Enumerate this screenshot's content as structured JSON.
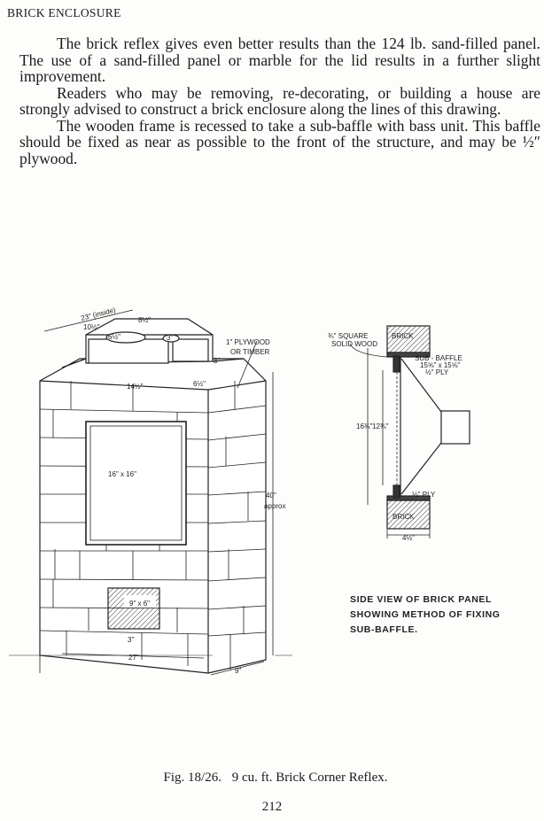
{
  "header": {
    "running_head": "BRICK ENCLOSURE"
  },
  "body": {
    "paragraphs": [
      "The brick reflex gives even better results than the 124 lb. sand-filled panel. The use of a sand-filled panel or marble for the lid results in a further slight improvement.",
      "Readers who may be removing, re-decorating, or building a house are strongly advised to construct a brick enclosure along the lines of this drawing.",
      "The wooden frame is recessed to take a sub-baffle with bass unit. This baffle should be fixed as near as possible to the front of the structure, and may be ½″ plywood."
    ]
  },
  "figure": {
    "enclosure_labels": {
      "inside_width": "23\" (inside)",
      "side_a": "10½\"",
      "side_b": "8½\"",
      "speaker_large": "6½\"",
      "speaker_small": "3\"",
      "frame_height": "8\"",
      "frame_front": "14½\"",
      "frame_side": "6½\"",
      "material_line1": "1\" PLYWOOD",
      "material_line2": "OR TIMBER",
      "panel_size": "16\" x 16\"",
      "height_value": "40\"",
      "height_note": "approx",
      "port_size": "9\" x 6\"",
      "port_height": "3\"",
      "width_front": "27\"",
      "width_side": "9\""
    },
    "side_view_labels": {
      "wood_line1": "¾\" SQUARE",
      "wood_line2": "SOLID WOOD",
      "brick_top": "BRICK",
      "sub_baffle_line1": "SUB - BAFFLE",
      "sub_baffle_line2": "15⅝\" x 15⅝\"",
      "sub_baffle_line3": "½\" PLY",
      "outer_height": "16¾\"",
      "inner_height": "12¾\"",
      "ply": "½\" PLY",
      "brick_bottom": "BRICK",
      "brick_width": "4½\""
    },
    "side_view_caption": [
      "SIDE VIEW OF BRICK PANEL",
      "SHOWING METHOD OF FIXING",
      "SUB-BAFFLE."
    ],
    "caption_number": "Fig. 18/26.",
    "caption_text": "9 cu. ft. Brick Corner Reflex."
  },
  "footer": {
    "page_number": "212"
  }
}
